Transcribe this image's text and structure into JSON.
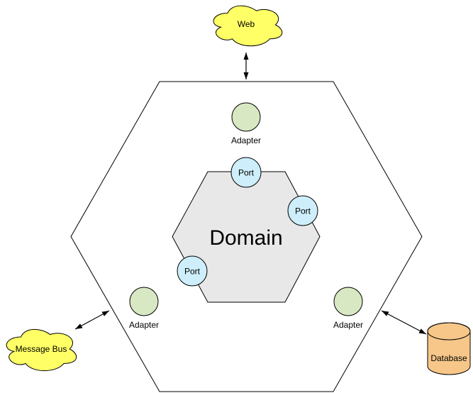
{
  "colors": {
    "background": "#ffffff",
    "line": "#000000",
    "cloud_fill": "#ffff66",
    "adapter_fill": "#d7e8c3",
    "port_fill": "#cdeefa",
    "domain_fill": "#e8e8e8",
    "database_fill": "#f7c789"
  },
  "nodes": {
    "web": {
      "label": "Web"
    },
    "message_bus": {
      "label": "Message Bus"
    },
    "database": {
      "label": "Database"
    },
    "outer_hexagon": {
      "label": ""
    },
    "domain": {
      "label": "Domain"
    },
    "adapter_top": {
      "label": "Adapter"
    },
    "adapter_left": {
      "label": "Adapter"
    },
    "adapter_right": {
      "label": "Adapter"
    },
    "port_top": {
      "label": "Port"
    },
    "port_right": {
      "label": "Port"
    },
    "port_bottom_left": {
      "label": "Port"
    }
  }
}
